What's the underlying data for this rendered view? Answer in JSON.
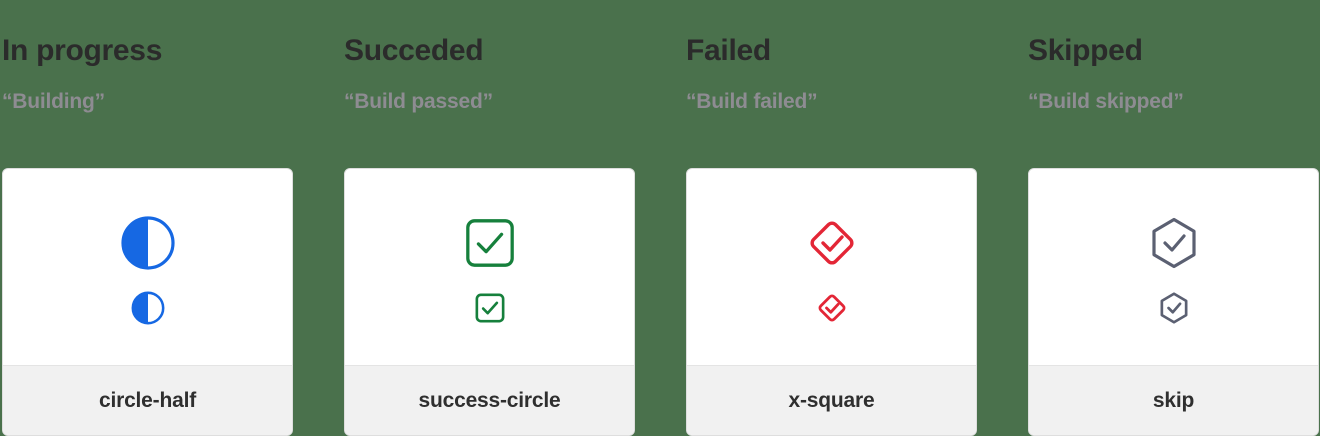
{
  "page": {
    "background_color": "#4a714c",
    "card_background": "#ffffff",
    "card_footer_background": "#f1f1f1"
  },
  "columns": [
    {
      "heading": "In progress",
      "subheading": "“Building”",
      "icon_name": "circle-half",
      "icon_label": "circle-half",
      "icon_color": "#1668e3",
      "icon_shape": "circle-half"
    },
    {
      "heading": "Succeded",
      "subheading": "“Build passed”",
      "icon_name": "success-circle",
      "icon_label": "success-circle",
      "icon_color": "#16803c",
      "icon_shape": "check-square"
    },
    {
      "heading": "Failed",
      "subheading": "“Build failed”",
      "icon_name": "x-square",
      "icon_label": "x-square",
      "icon_color": "#e32636",
      "icon_shape": "check-diamond"
    },
    {
      "heading": "Skipped",
      "subheading": "“Build skipped”",
      "icon_name": "skip",
      "icon_label": "skip",
      "icon_color": "#5b6072",
      "icon_shape": "check-hexagon"
    }
  ]
}
